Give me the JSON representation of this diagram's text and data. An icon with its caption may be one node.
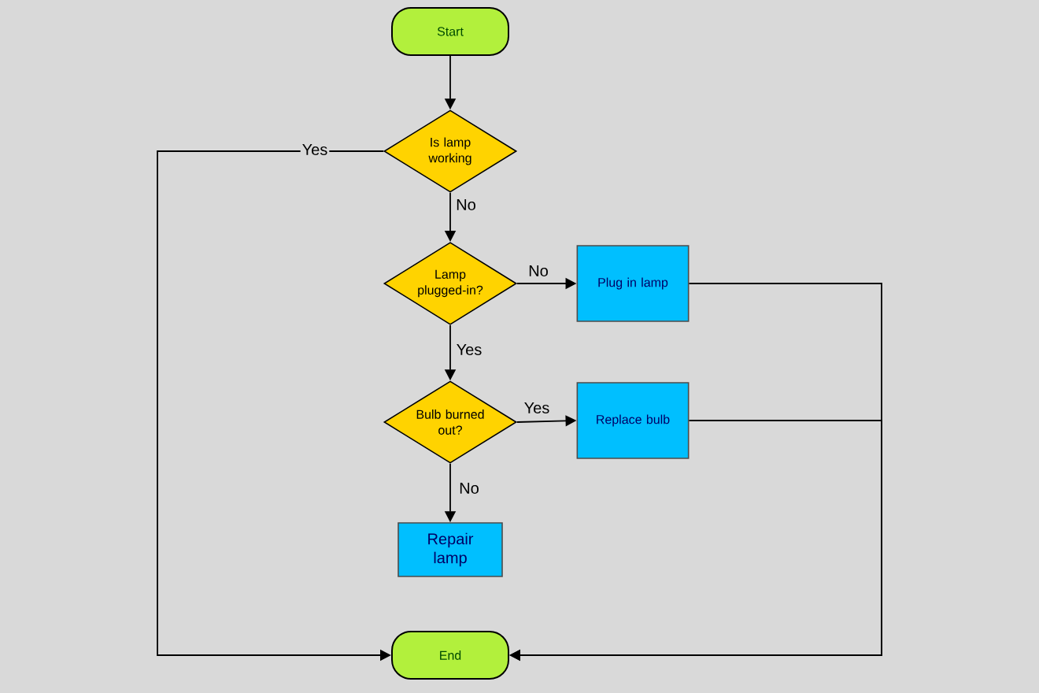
{
  "diagram": {
    "nodes": [
      {
        "text": [
          "Start"
        ]
      },
      {
        "text": [
          "Is lamp working"
        ]
      },
      {
        "text": [
          "Lamp plugged-in?"
        ]
      },
      {
        "text": [
          "Plug in lamp"
        ]
      },
      {
        "text": [
          "Bulb burned out?"
        ]
      },
      {
        "text": [
          "Replace bulb"
        ]
      },
      {
        "text": [
          "Repair lamp"
        ]
      },
      {
        "text": [
          "End"
        ]
      }
    ],
    "edges": [
      {
        "from": 0,
        "to": 1,
        "arrow": "to"
      },
      {
        "from": 1,
        "to": 2,
        "arrow": "to",
        "label": "No"
      },
      {
        "from": 1,
        "to": 7,
        "arrow": "to",
        "label": "Yes"
      },
      {
        "from": 2,
        "to": 3,
        "arrow": "to",
        "label": "No"
      },
      {
        "from": 2,
        "to": 4,
        "arrow": "to",
        "label": "Yes"
      },
      {
        "from": 4,
        "to": 5,
        "arrow": "to",
        "label": "Yes"
      },
      {
        "from": 4,
        "to": 6,
        "arrow": "to",
        "label": "No"
      },
      {
        "from": 3,
        "to": 7,
        "arrow": "to"
      },
      {
        "from": 5,
        "to": 7,
        "arrow": "to"
      }
    ]
  }
}
